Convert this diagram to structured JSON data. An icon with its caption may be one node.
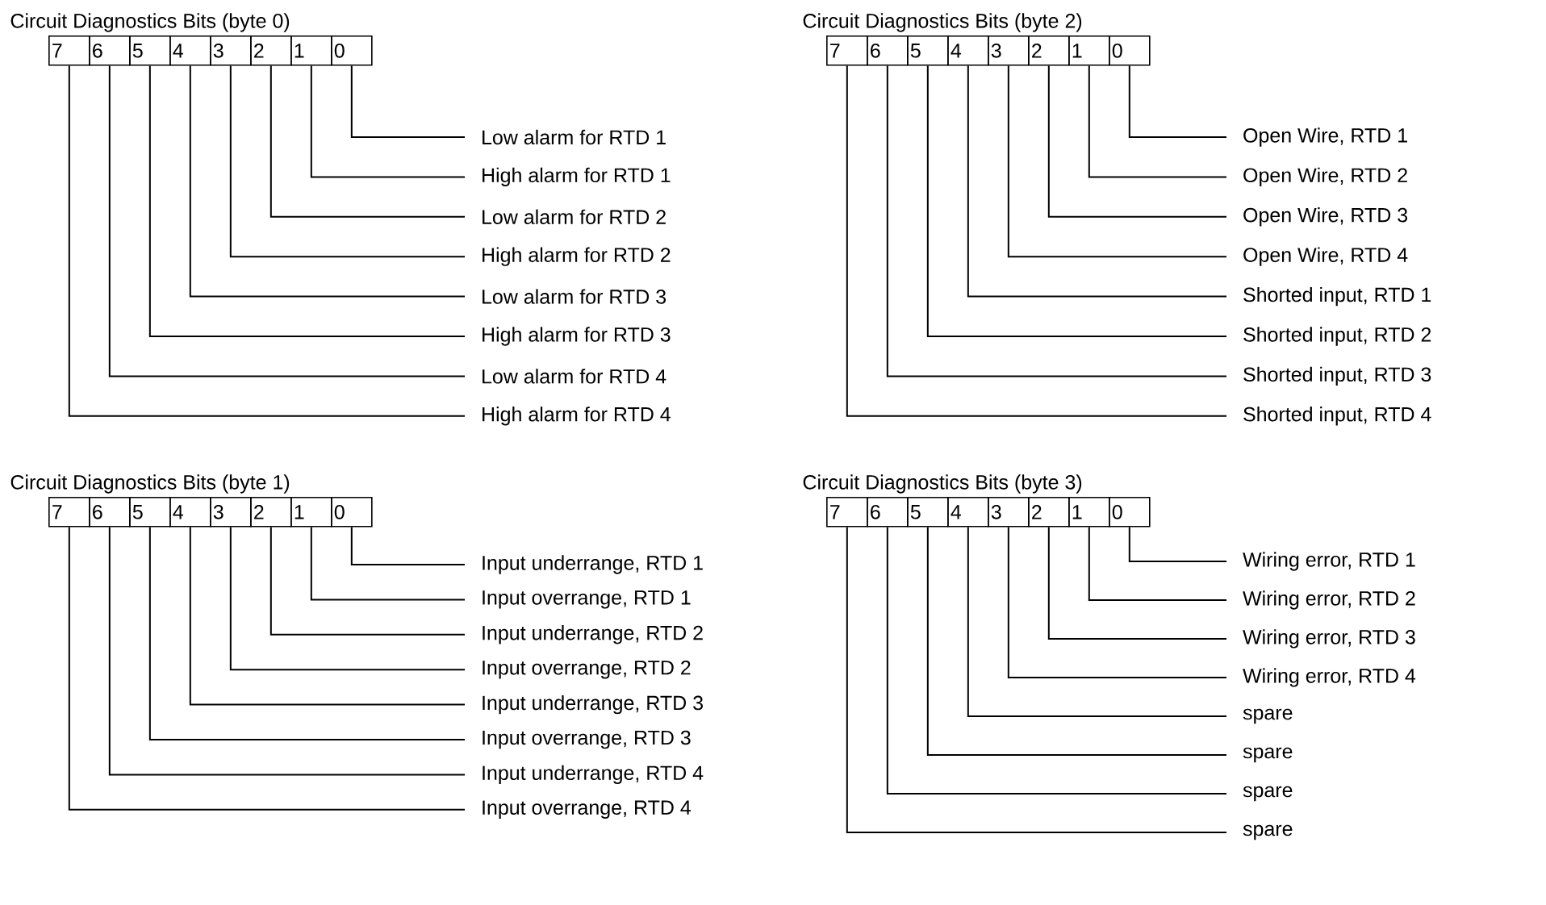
{
  "diagram": {
    "nodes": [
      {
        "text": [
          "7"
        ]
      },
      {
        "text": [
          "6"
        ]
      },
      {
        "text": [
          "5"
        ]
      },
      {
        "text": [
          "4"
        ]
      },
      {
        "text": [
          "3"
        ]
      },
      {
        "text": [
          "2"
        ]
      },
      {
        "text": [
          "1"
        ]
      },
      {
        "text": [
          "0"
        ]
      },
      {
        "text": [
          "Low alarm for RTD 1"
        ]
      },
      {
        "text": [
          "High alarm for RTD 1"
        ]
      },
      {
        "text": [
          "Low alarm for RTD 2"
        ]
      },
      {
        "text": [
          "High alarm for RTD 2"
        ]
      },
      {
        "text": [
          "Low alarm for RTD 3"
        ]
      },
      {
        "text": [
          "High alarm for RTD 3"
        ]
      },
      {
        "text": [
          "Low alarm for RTD 4"
        ]
      },
      {
        "text": [
          "High alarm for RTD 4"
        ]
      },
      {
        "text": [
          "7"
        ]
      },
      {
        "text": [
          "6"
        ]
      },
      {
        "text": [
          "5"
        ]
      },
      {
        "text": [
          "4"
        ]
      },
      {
        "text": [
          "3"
        ]
      },
      {
        "text": [
          "2"
        ]
      },
      {
        "text": [
          "1"
        ]
      },
      {
        "text": [
          "0"
        ]
      },
      {
        "text": [
          "Open Wire, RTD 1"
        ]
      },
      {
        "text": [
          "Open Wire, RTD 2"
        ]
      },
      {
        "text": [
          "Open Wire, RTD 3"
        ]
      },
      {
        "text": [
          "Open Wire, RTD 4"
        ]
      },
      {
        "text": [
          "Shorted input, RTD 1"
        ]
      },
      {
        "text": [
          "Shorted input, RTD 2"
        ]
      },
      {
        "text": [
          "Shorted input, RTD 3"
        ]
      },
      {
        "text": [
          "Shorted input, RTD 4"
        ]
      },
      {
        "text": [
          "7"
        ]
      },
      {
        "text": [
          "6"
        ]
      },
      {
        "text": [
          "5"
        ]
      },
      {
        "text": [
          "4"
        ]
      },
      {
        "text": [
          "3"
        ]
      },
      {
        "text": [
          "2"
        ]
      },
      {
        "text": [
          "1"
        ]
      },
      {
        "text": [
          "0"
        ]
      },
      {
        "text": [
          "Input underrange, RTD 1"
        ]
      },
      {
        "text": [
          "Input overrange, RTD 1"
        ]
      },
      {
        "text": [
          "Input underrange, RTD 2"
        ]
      },
      {
        "text": [
          "Input overrange, RTD 2"
        ]
      },
      {
        "text": [
          "Input underrange, RTD 3"
        ]
      },
      {
        "text": [
          "Input overrange, RTD 3"
        ]
      },
      {
        "text": [
          "Input underrange, RTD 4"
        ]
      },
      {
        "text": [
          "Input overrange, RTD 4"
        ]
      },
      {
        "text": [
          "7"
        ]
      },
      {
        "text": [
          "6"
        ]
      },
      {
        "text": [
          "5"
        ]
      },
      {
        "text": [
          "4"
        ]
      },
      {
        "text": [
          "3"
        ]
      },
      {
        "text": [
          "2"
        ]
      },
      {
        "text": [
          "1"
        ]
      },
      {
        "text": [
          "0"
        ]
      },
      {
        "text": [
          "Wiring error, RTD 1"
        ]
      },
      {
        "text": [
          "Wiring error, RTD 2"
        ]
      },
      {
        "text": [
          "Wiring error, RTD 3"
        ]
      },
      {
        "text": [
          "Wiring error, RTD 4"
        ]
      },
      {
        "text": [
          "spare"
        ]
      },
      {
        "text": [
          "spare"
        ]
      },
      {
        "text": [
          "spare"
        ]
      },
      {
        "text": [
          "spare"
        ]
      }
    ],
    "edges": [
      {
        "from": 7,
        "to": 8,
        "arrow": "none"
      },
      {
        "from": 6,
        "to": 9,
        "arrow": "none"
      },
      {
        "from": 5,
        "to": 10,
        "arrow": "none"
      },
      {
        "from": 4,
        "to": 11,
        "arrow": "none"
      },
      {
        "from": 3,
        "to": 12,
        "arrow": "none"
      },
      {
        "from": 2,
        "to": 13,
        "arrow": "none"
      },
      {
        "from": 1,
        "to": 14,
        "arrow": "none"
      },
      {
        "from": 0,
        "to": 15,
        "arrow": "none"
      },
      {
        "from": 23,
        "to": 24,
        "arrow": "none"
      },
      {
        "from": 22,
        "to": 25,
        "arrow": "none"
      },
      {
        "from": 21,
        "to": 26,
        "arrow": "none"
      },
      {
        "from": 20,
        "to": 27,
        "arrow": "none"
      },
      {
        "from": 19,
        "to": 28,
        "arrow": "none"
      },
      {
        "from": 18,
        "to": 29,
        "arrow": "none"
      },
      {
        "from": 17,
        "to": 30,
        "arrow": "none"
      },
      {
        "from": 16,
        "to": 31,
        "arrow": "none"
      },
      {
        "from": 39,
        "to": 40,
        "arrow": "none"
      },
      {
        "from": 38,
        "to": 41,
        "arrow": "none"
      },
      {
        "from": 37,
        "to": 42,
        "arrow": "none"
      },
      {
        "from": 36,
        "to": 43,
        "arrow": "none"
      },
      {
        "from": 35,
        "to": 44,
        "arrow": "none"
      },
      {
        "from": 34,
        "to": 45,
        "arrow": "none"
      },
      {
        "from": 33,
        "to": 46,
        "arrow": "none"
      },
      {
        "from": 32,
        "to": 47,
        "arrow": "none"
      },
      {
        "from": 55,
        "to": 56,
        "arrow": "none"
      },
      {
        "from": 54,
        "to": 57,
        "arrow": "none"
      },
      {
        "from": 53,
        "to": 58,
        "arrow": "none"
      },
      {
        "from": 52,
        "to": 59,
        "arrow": "none"
      },
      {
        "from": 51,
        "to": 60,
        "arrow": "none"
      },
      {
        "from": 50,
        "to": 61,
        "arrow": "none"
      },
      {
        "from": 49,
        "to": 62,
        "arrow": "none"
      },
      {
        "from": 48,
        "to": 63,
        "arrow": "none"
      }
    ],
    "labels": [
      "Circuit Diagnostics Bits (byte 0)",
      "Circuit Diagnostics Bits (byte 2)",
      "Circuit Diagnostics Bits (byte 1)",
      "Circuit Diagnostics Bits (byte 3)"
    ]
  }
}
